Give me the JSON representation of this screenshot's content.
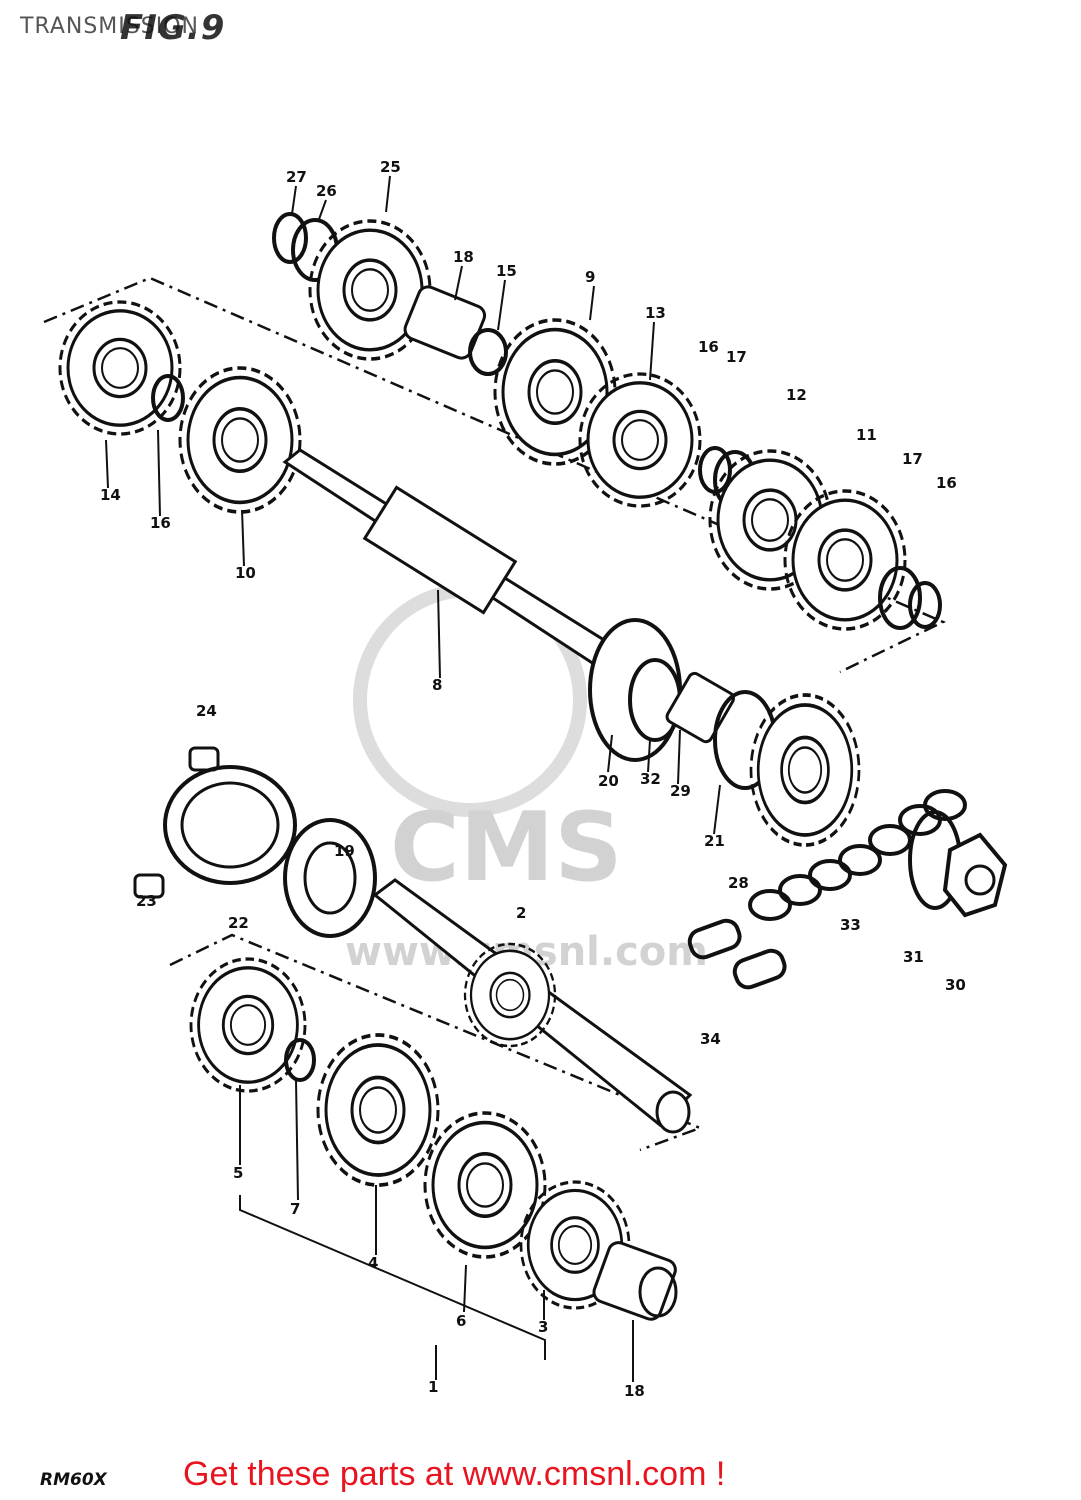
{
  "header": {
    "title": "TRANSMISSION",
    "figure_label": "FIG.9"
  },
  "model_code": "RM60X",
  "footer": {
    "link_text": "Get these parts at www.cmsnl.com !"
  },
  "watermark": {
    "brand": "CMS",
    "url": "www.cmsnl.com"
  },
  "colors": {
    "ink": "#111111",
    "link": "#e8141f",
    "watermark": "#c8c8c8"
  },
  "callouts": [
    "27",
    "26",
    "25",
    "18",
    "15",
    "9",
    "13",
    "16",
    "17",
    "12",
    "11",
    "17",
    "16",
    "14",
    "16",
    "10",
    "8",
    "24",
    "23",
    "22",
    "19",
    "2",
    "20",
    "32",
    "29",
    "21",
    "28",
    "33",
    "31",
    "30",
    "34",
    "5",
    "7",
    "4",
    "6",
    "3",
    "1",
    "18"
  ]
}
